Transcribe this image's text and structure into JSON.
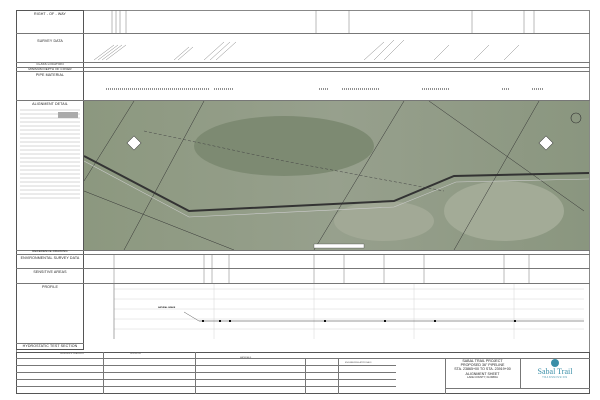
{
  "sheet": {
    "left_panel": {
      "right_of_way": "RIGHT - OF - WAY",
      "survey_data": "SURVEY DATA",
      "class_location": "CLASS LOCATION",
      "min_depth": "MINIMUM DEPTH OF COVER",
      "pipe_material": "PIPE MATERIAL",
      "alignment_detail": "ALIGNMENT DETAIL",
      "reference_drawing": "REFERENCE DRAWING",
      "environmental_survey": "ENVIRONMENTAL SURVEY DATA",
      "sensitive_areas": "SENSITIVE AREAS",
      "profile": "PROFILE",
      "hydrostatic": "HYDROSTATIC TEST SECTION"
    },
    "profile": {
      "natural_grade": "NATURAL GRADE"
    },
    "bottom": {
      "revisions": "REVISIONS",
      "materials": "MATERIALS",
      "engineering_approvals": "ENGINEERING APPROVALS",
      "reference_drawings": "REFERENCE DRAWINGS"
    },
    "title_block": {
      "project": "SABAL TRAIL PROJECT",
      "pipeline": "PROPOSED 36\" PIPELINE",
      "stations": "STA. 23865+00 TO STA. 23919+00",
      "sheet_type": "ALIGNMENT SHEET",
      "county": "LAKE COUNTY, FLORIDA",
      "logo_name": "Sabal Trail",
      "logo_sub": "TRANSMISSION"
    },
    "colors": {
      "aerial": "#8e9a86",
      "pipeline": "#333333",
      "logo": "#3a8fa8"
    }
  }
}
